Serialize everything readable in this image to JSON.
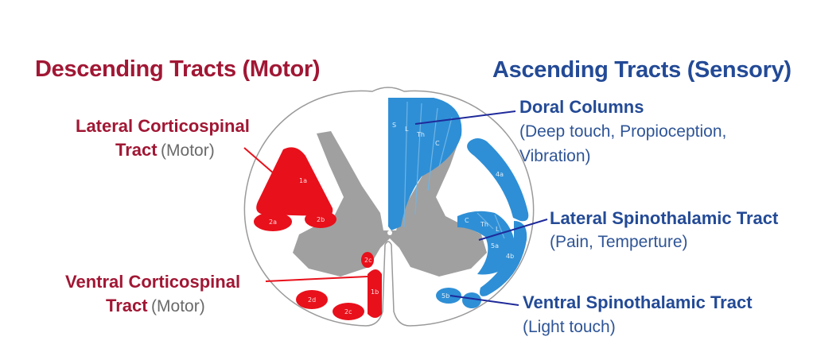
{
  "headers": {
    "descending": "Descending Tracts (Motor)",
    "ascending": "Ascending Tracts (Sensory)"
  },
  "labels": {
    "lateral_corticospinal": {
      "line1": "Lateral Corticospinal",
      "line2_bold": "Tract",
      "line2_note": "(Motor)"
    },
    "ventral_corticospinal": {
      "line1": "Ventral Corticospinal",
      "line2_bold": "Tract",
      "line2_note": "(Motor)"
    },
    "dorsal_columns": {
      "title": "Doral Columns",
      "desc1": "(Deep touch, Propioception,",
      "desc2": "Vibration)"
    },
    "lateral_spinothalamic": {
      "title": "Lateral Spinothalamic Tract",
      "desc": "(Pain, Temperture)"
    },
    "ventral_spinothalamic": {
      "title": "Ventral Spinothalamic Tract",
      "desc": "(Light touch)"
    }
  },
  "tract_codes": {
    "lateral_cst_main": "1a",
    "lateral_cst_left": "2a",
    "lateral_cst_right": "2b",
    "ventral_cst_small": "2c",
    "ventral_cst_long": "1b",
    "ventral_lower_left": "2d",
    "ventral_lower_right": "2c",
    "dorsal_a": "S",
    "dorsal_b": "L",
    "dorsal_c": "Th",
    "dorsal_d": "C",
    "lateral_arc": "4a",
    "lst_c": "C",
    "lst_th": "Th",
    "lst_l": "L",
    "lst_s": "5a",
    "lst_arc": "4b",
    "vst": "5b"
  },
  "colors": {
    "motor_red": "#e8101b",
    "sensory_blue": "#2e8fd6",
    "gray_matter": "#a0a0a0",
    "header_red": "#a11734",
    "header_blue": "#234a96",
    "pointer_blue": "#1f2a9a"
  }
}
